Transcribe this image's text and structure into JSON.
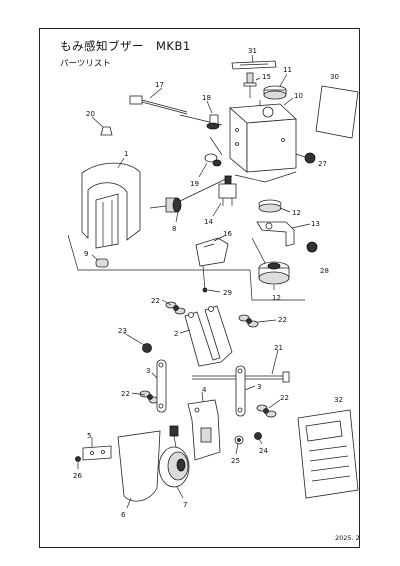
{
  "header": {
    "title": "もみ感知ブザー　MKB1",
    "subtitle": "パーツリスト"
  },
  "footer": {
    "date": "2025. 2"
  },
  "part_numbers": [
    "31",
    "15",
    "11",
    "30",
    "17",
    "18",
    "10",
    "20",
    "27",
    "19",
    "1",
    "14",
    "12",
    "13",
    "8",
    "16",
    "9",
    "28",
    "12",
    "29",
    "22",
    "22",
    "2",
    "23",
    "21",
    "3",
    "3",
    "4",
    "22",
    "22",
    "5",
    "32",
    "25",
    "24",
    "26",
    "6",
    "7"
  ]
}
